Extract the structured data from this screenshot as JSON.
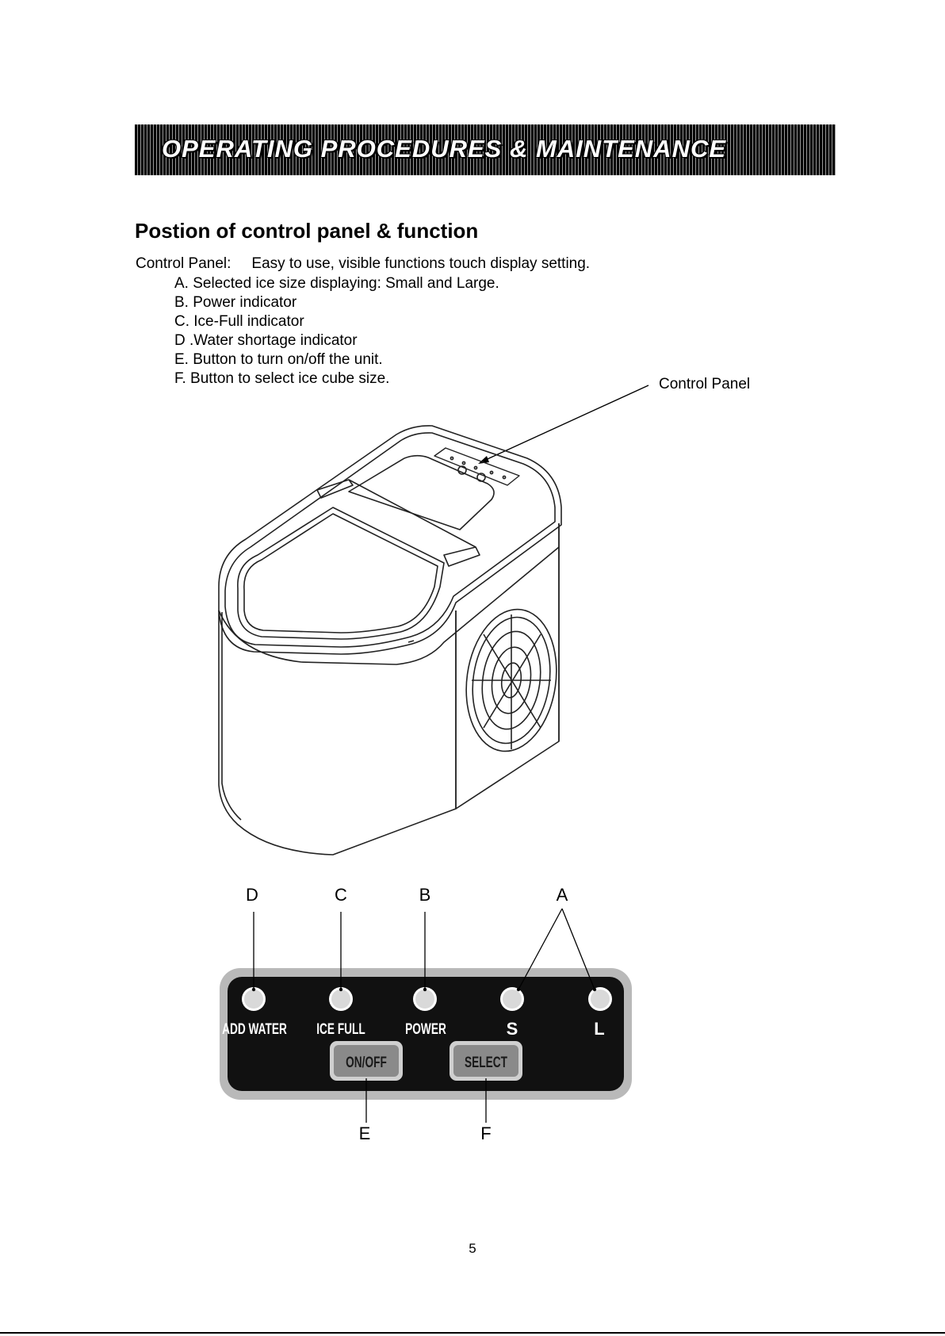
{
  "banner": {
    "title": "OPERATING PROCEDURES & MAINTENANCE"
  },
  "heading": "Postion of control panel & function",
  "intro": {
    "label": "Control Panel:",
    "text": "Easy to use, visible functions touch display setting."
  },
  "items": [
    "A. Selected ice size displaying: Small and Large.",
    "B. Power indicator",
    "C. Ice-Full indicator",
    "D .Water shortage indicator",
    "E. Button to turn on/off the unit.",
    "F. Button to select ice cube size."
  ],
  "callout": "Control Panel",
  "panel": {
    "letters": {
      "a": "A",
      "b": "B",
      "c": "C",
      "d": "D",
      "e": "E",
      "f": "F"
    },
    "indicators": [
      "ADD WATER",
      "ICE FULL",
      "POWER",
      "S",
      "L"
    ],
    "buttons": [
      "ON/OFF",
      "SELECT"
    ]
  },
  "page_number": "5"
}
